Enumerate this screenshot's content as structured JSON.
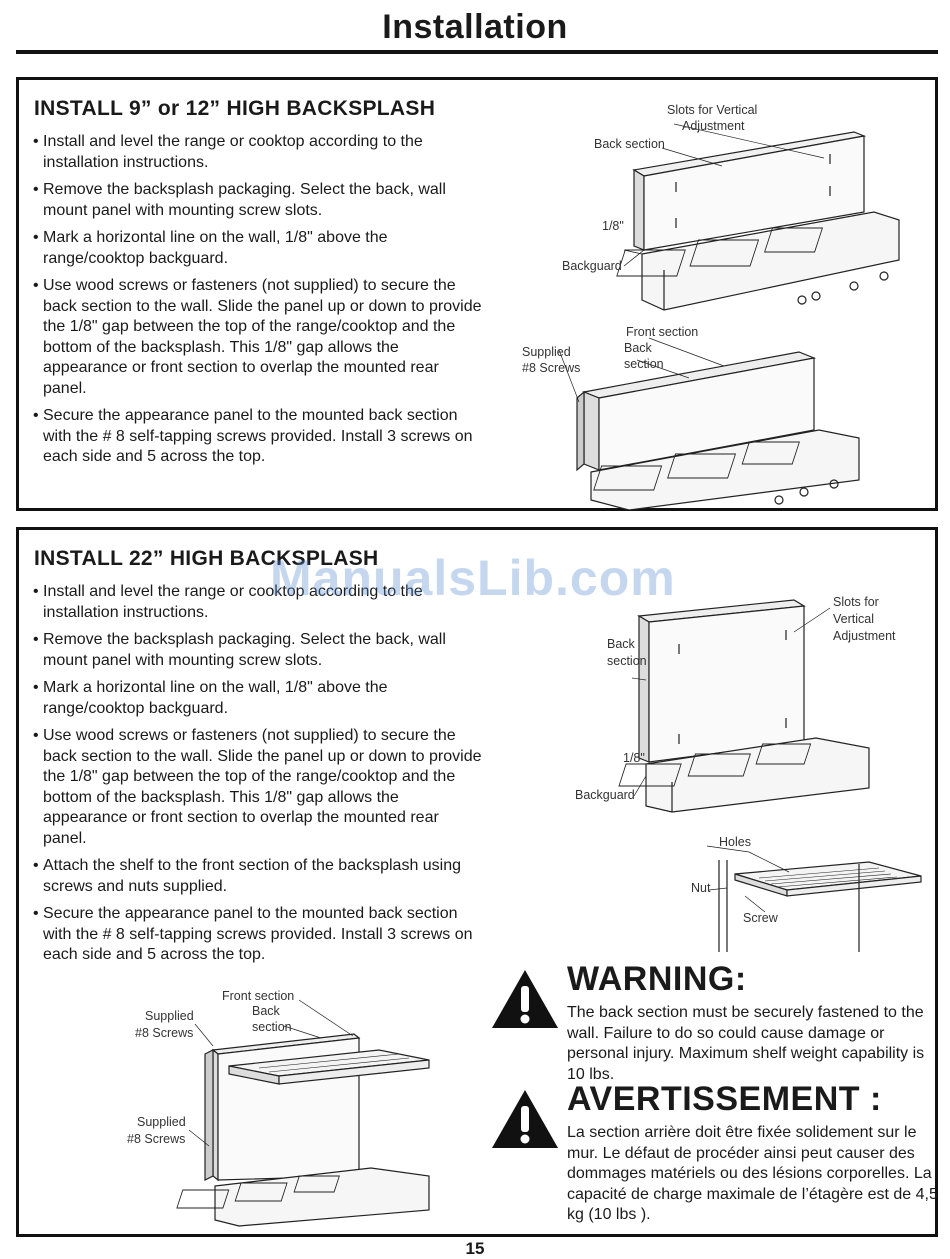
{
  "page": {
    "title": "Installation",
    "number": "15"
  },
  "watermark": "ManualsLib.com",
  "section_a": {
    "heading": "INSTALL 9” or 12” HIGH BACKSPLASH",
    "steps": [
      "Install and level the range or cooktop according to the installation instructions.",
      "Remove the backsplash packaging. Select the back, wall mount panel with mounting screw slots.",
      "Mark a horizontal line on the wall, 1/8\" above the range/cooktop backguard.",
      "Use wood screws or fasteners (not supplied) to secure the back section to the wall. Slide the panel up or down to provide the 1/8\" gap between the top of the range/cooktop and the bottom of the backsplash. This 1/8\" gap allows the appearance or front section to overlap the mounted rear panel.",
      "Secure the appearance panel to the mounted back section with the # 8 self-tapping screws provided. Install 3 screws on each side and 5 across the top."
    ],
    "figure_top": {
      "slots": "Slots for Vertical",
      "slots2": "Adjustment",
      "back_section": "Back section",
      "gap": "1/8\"",
      "backguard": "Backguard"
    },
    "figure_bottom": {
      "front_section": "Front section",
      "back": "Back",
      "section": "section",
      "supplied": "Supplied",
      "screws": "#8 Screws"
    }
  },
  "section_b": {
    "heading": "INSTALL 22” HIGH BACKSPLASH",
    "steps": [
      "Install and level the range or cooktop according to the installation instructions.",
      "Remove the backsplash packaging. Select the back, wall mount panel with mounting screw slots.",
      "Mark a horizontal line on the wall, 1/8\" above the range/cooktop backguard.",
      "Use wood screws or fasteners (not supplied) to secure the back section to the wall. Slide the panel up or down to provide the 1/8\" gap between the top of the range/cooktop and the bottom of the backsplash. This 1/8\" gap allows the appearance or front section to overlap the mounted rear panel.",
      "Attach the shelf to the front section of the backsplash using screws and nuts supplied.",
      "Secure the appearance panel to the mounted back section with the # 8 self-tapping screws provided. Install 3 screws on each side and 5 across the top."
    ],
    "figure_back": {
      "back": "Back",
      "section": "section",
      "slots": "Slots for",
      "vertical": "Vertical",
      "adjustment": "Adjustment",
      "gap": "1/8\"",
      "backguard": "Backguard"
    },
    "figure_shelf": {
      "holes": "Holes",
      "nut": "Nut",
      "screw": "Screw"
    },
    "figure_front": {
      "front_section": "Front section",
      "back": "Back",
      "section": "section",
      "supplied_top": "Supplied",
      "screws_top": "#8 Screws",
      "supplied_side": "Supplied",
      "screws_side": "#8 Screws"
    },
    "warning": {
      "title": "WARNING:",
      "body": "The back section must be securely fastened to the wall. Failure to do so could cause damage or personal injury. Maximum shelf weight capability is 10 lbs."
    },
    "avertissement": {
      "title": "AVERTISSEMENT :",
      "body": "La section arrière doit être fixée solidement sur le mur. Le défaut de procéder ainsi peut causer des dommages matériels ou des lésions corporelles. La capacité de charge maximale de l’étagère est de 4,5 kg (10 lbs )."
    }
  }
}
